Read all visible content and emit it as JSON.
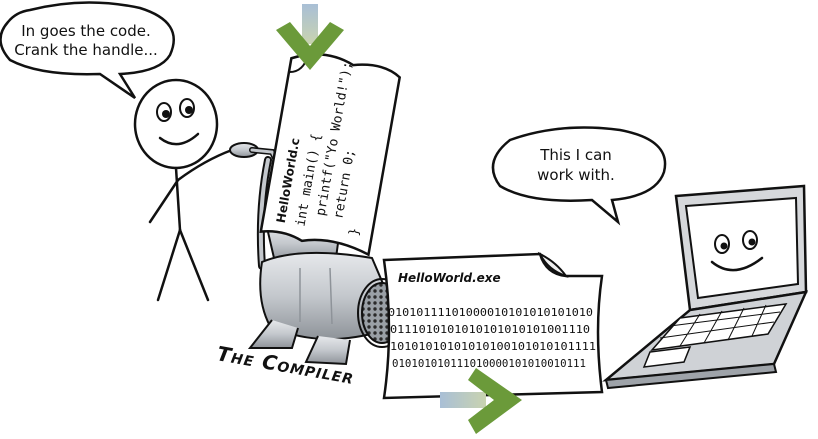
{
  "bubble_left": {
    "line1": "In goes the code.",
    "line2": "Crank the handle..."
  },
  "bubble_right": {
    "line1": "This I can",
    "line2": "work with."
  },
  "source_paper": {
    "filename": "HelloWorld.c",
    "code": [
      "int main() {",
      "printf(\"Yo World!\");",
      "return 0;",
      "}"
    ]
  },
  "output_paper": {
    "filename": "HelloWorld.exe",
    "binary": [
      "01010111101000010101010101010",
      "0111010101010101010101001110",
      "10101010101010100101010101111",
      "010101010111010000101010010111"
    ]
  },
  "compiler_label": "The Compiler",
  "colors": {
    "arrow_green": "#6b9a3a",
    "arrow_stem_blue": "#a9bfd6",
    "metal": "#c9ccd1"
  }
}
